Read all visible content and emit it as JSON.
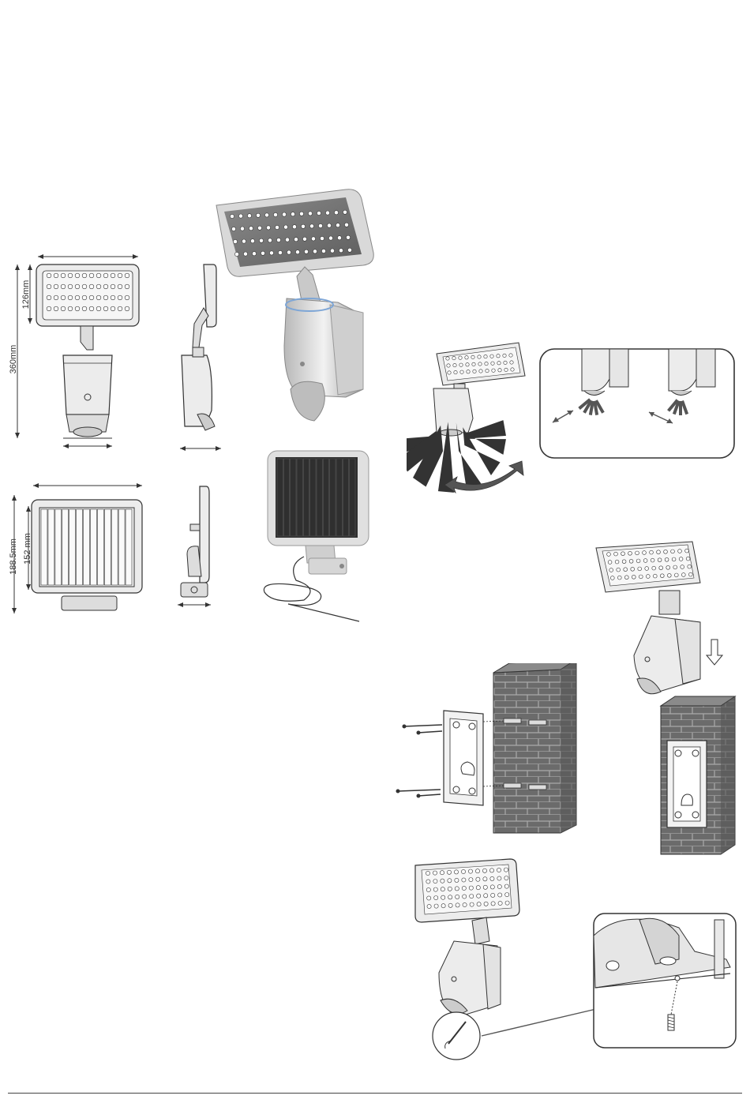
{
  "dimensions": {
    "total_height": "360mm",
    "lamp_height": "126mm",
    "panel_outer_height": "188.5mm",
    "panel_inner_height": "152 mm"
  },
  "colors": {
    "outline": "#333333",
    "body_fill": "#ececec",
    "led_panel_fill": "#e4e4e4",
    "solar_cell_fill": "#2f2f2f",
    "brick_fill": "#6b6b6b",
    "arrow_fill": "#555555"
  },
  "icons": {
    "rotation": "curved-double-arrow-icon",
    "slide_down": "down-arrow-icon",
    "screw": "screw-icon"
  }
}
